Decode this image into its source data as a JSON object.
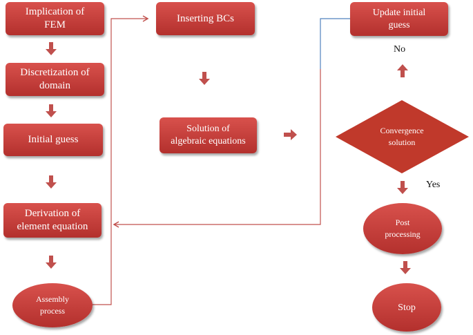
{
  "nodes": {
    "implication": "Implication  of\nFEM",
    "discretization": "Discretization  of\ndomain",
    "initial_guess": "Initial  guess",
    "derivation": "Derivation of\nelement equation",
    "assembly": "Assembly\nprocess",
    "inserting_bcs": "Inserting  BCs",
    "solution": "Solution  of\nalgebraic equations",
    "update": "Update initial\nguess",
    "convergence": "Convergence\nsolution",
    "post": "Post\nprocessing",
    "stop": "Stop"
  },
  "labels": {
    "no": "No",
    "yes": "Yes"
  },
  "colors": {
    "node_fill": "#c0392b",
    "arrow": "#c0504d",
    "connector": "#c0504d",
    "connector_blue": "#4f81bd"
  }
}
